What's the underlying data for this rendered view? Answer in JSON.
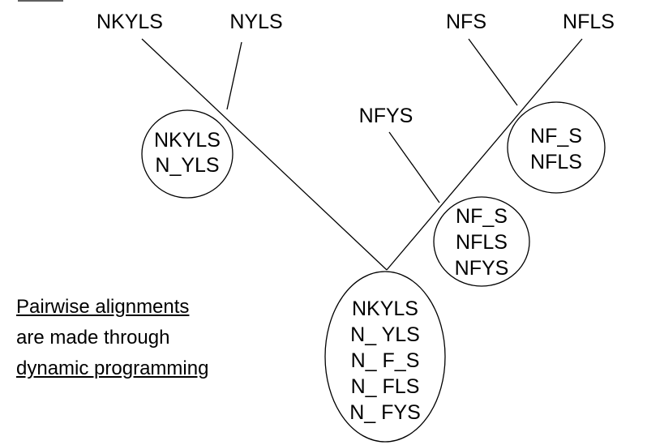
{
  "leaves": [
    "NKYLS",
    "NYLS",
    "NFS",
    "NFLS",
    "NFYS"
  ],
  "alignment_groups": [
    {
      "id": "group-kyls-yls",
      "rows": [
        "NKYLS",
        "N_YLS"
      ]
    },
    {
      "id": "group-fs-fls",
      "rows": [
        "NF_S",
        "NFLS"
      ]
    },
    {
      "id": "group-fs-fls-fys",
      "rows": [
        "NF_S",
        "NFLS",
        "NFYS"
      ]
    },
    {
      "id": "group-final",
      "rows": [
        "NKYLS",
        "N_ YLS",
        "N_ F_S",
        "N_ FLS",
        "N_ FYS"
      ]
    }
  ],
  "note": {
    "line1": "Pairwise alignments",
    "line2": "are made through",
    "line3": "dynamic programming"
  }
}
